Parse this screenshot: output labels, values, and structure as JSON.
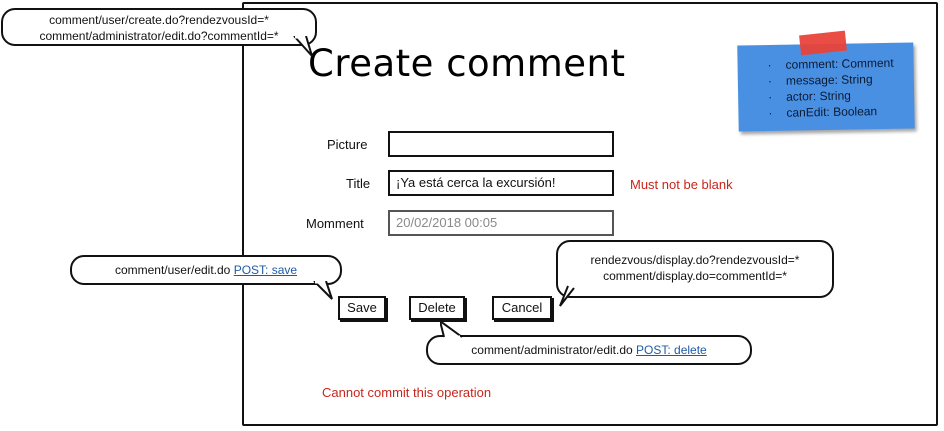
{
  "page": {
    "title": "Create comment"
  },
  "form": {
    "picture_label": "Picture",
    "picture_value": "",
    "title_label": "Title",
    "title_value": "¡Ya está cerca la excursión!",
    "title_error": "Must not be blank",
    "moment_label": "Momment",
    "moment_value": "20/02/2018 00:05"
  },
  "buttons": {
    "save": "Save",
    "delete": "Delete",
    "cancel": "Cancel"
  },
  "footer_error": "Cannot commit this operation",
  "annotations": {
    "create_urls": {
      "line1": "comment/user/create.do?rendezvousId=*",
      "line2": "comment/administrator/edit.do?commentId=*"
    },
    "save": {
      "url": "comment/user/edit.do",
      "action": "POST: save"
    },
    "cancel": {
      "line1": "rendezvous/display.do?rendezvousId=*",
      "line2": "comment/display.do=commentId=*"
    },
    "delete": {
      "url": "comment/administrator/edit.do",
      "action": "POST: delete"
    }
  },
  "note": {
    "items": [
      "comment: Comment",
      "message: String",
      "actor: String",
      "canEdit: Boolean"
    ]
  },
  "colors": {
    "error": "#c8261d",
    "link": "#1f5aa6",
    "note": "#4a90e2",
    "tape": "#e8433a"
  }
}
